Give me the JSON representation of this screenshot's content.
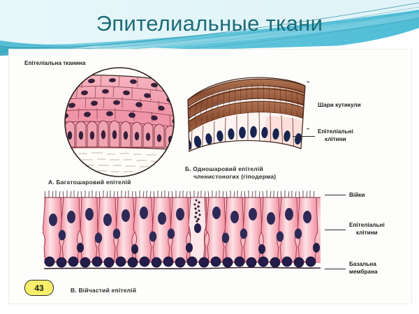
{
  "slide": {
    "title": "Эпителиальные ткани",
    "title_color": "#1c6b78",
    "banner_colors": {
      "teal_light": "#8ad5e4",
      "teal_mid": "#58c2d8",
      "teal_dark": "#1f7f96",
      "white": "#ffffff"
    },
    "page_number": "43"
  },
  "figure": {
    "panels": [
      {
        "id": "panel-a",
        "label": "Епітеліальна тканина",
        "caption": "А. Багатошаровий епітелій",
        "type": "circular-micrograph",
        "description": "stratified epithelium",
        "colors": {
          "cell": "#f3a7b4",
          "cell_alt": "#ef8fa2",
          "nucleus": "#3a2340",
          "outline": "#5a2a2a",
          "base": "#fbf7f2"
        }
      },
      {
        "id": "panel-b",
        "caption_line1": "Б. Одношаровий епітелій",
        "caption_line2": "членистоногих (гіподерма)",
        "type": "arched-section",
        "labels": [
          {
            "text": "Шари кутикули",
            "kind": "brace"
          },
          {
            "text_line1": "Епітеліальні",
            "text_line2": "клітини",
            "kind": "leader"
          }
        ],
        "colors": {
          "cuticle": "#9a5a40",
          "cuticle_dark": "#6d3a26",
          "cell": "#fbeaea",
          "nucleus": "#1b2a52"
        }
      },
      {
        "id": "panel-c",
        "caption": "В. Війчастий епітелій",
        "type": "ciliated-epithelium",
        "labels": [
          {
            "text": "Війки"
          },
          {
            "text_line1": "Епітеліальні",
            "text_line2": "клітини"
          },
          {
            "text_line1": "Базальна",
            "text_line2": "мембрана"
          }
        ],
        "colors": {
          "cell": "#f4a0ae",
          "cell_light": "#fbd3da",
          "nucleus": "#2e2a55",
          "basal": "#231c4a",
          "cilia": "#4a2238"
        }
      }
    ]
  }
}
